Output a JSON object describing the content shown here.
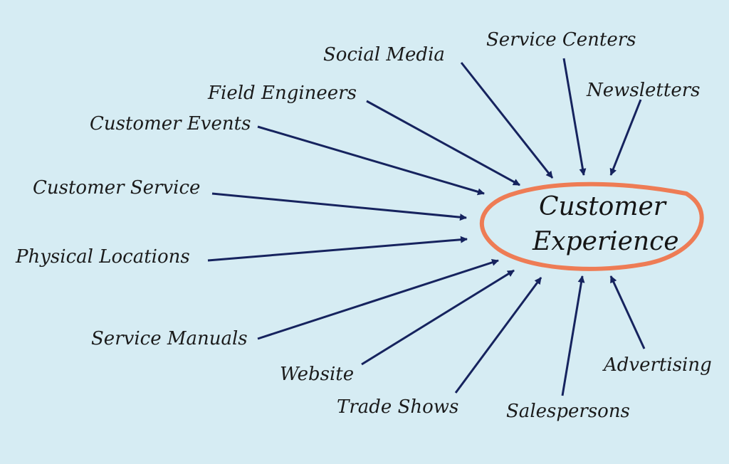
{
  "colors": {
    "background": "#d6ecf3",
    "arrow": "#16235e",
    "ellipse": "#ee7c55",
    "text": "#1b1b1b"
  },
  "center": {
    "line1": "Customer",
    "line2": "Experience"
  },
  "labels": {
    "social_media": "Social Media",
    "service_centers": "Service Centers",
    "newsletters": "Newsletters",
    "field_engineers": "Field Engineers",
    "customer_events": "Customer Events",
    "customer_service": "Customer Service",
    "physical_locations": "Physical Locations",
    "service_manuals": "Service Manuals",
    "website": "Website",
    "trade_shows": "Trade Shows",
    "salespersons": "Salespersons",
    "advertising": "Advertising"
  }
}
